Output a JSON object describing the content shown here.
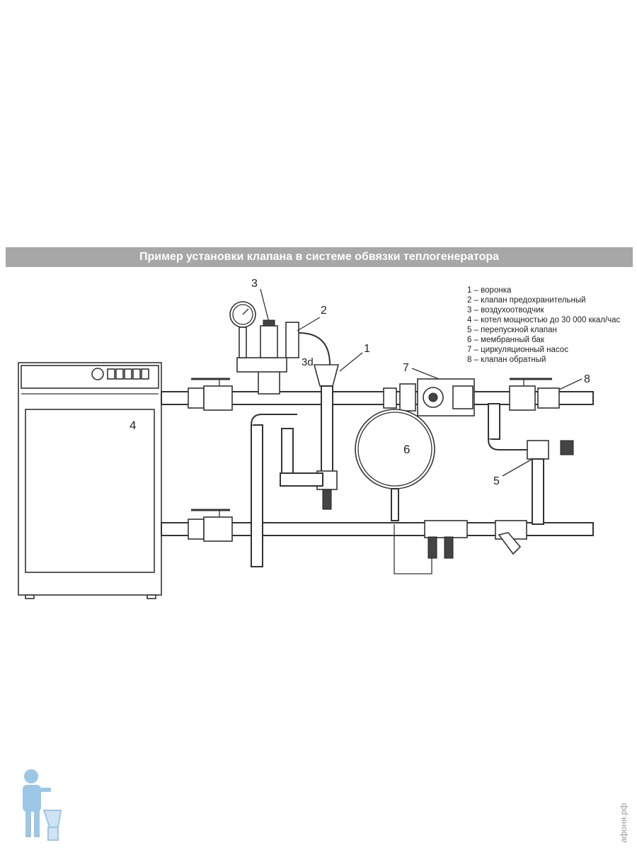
{
  "title": "Пример  установки клапана в системе  обвязки  теплогенератора",
  "legend": [
    "1 – воронка",
    "2 – клапан предохранительный",
    "3 – воздухоотводчик",
    "4 – котел мощностью до 30 000 ккал/час",
    "5 – перепускной клапан",
    "6 – мембранный бак",
    "7 – циркуляционный насос",
    "8 – клапан обратный"
  ],
  "callouts": {
    "c1": "1",
    "c2": "2",
    "c3": "3",
    "c3d": "3d",
    "c4": "4",
    "c5": "5",
    "c6": "6",
    "c7": "7",
    "c8": "8"
  },
  "watermark": "афоня.рф",
  "colors": {
    "title_bar": "#a7a7a7",
    "line": "#333333",
    "mascot": "#9cc7e6"
  }
}
